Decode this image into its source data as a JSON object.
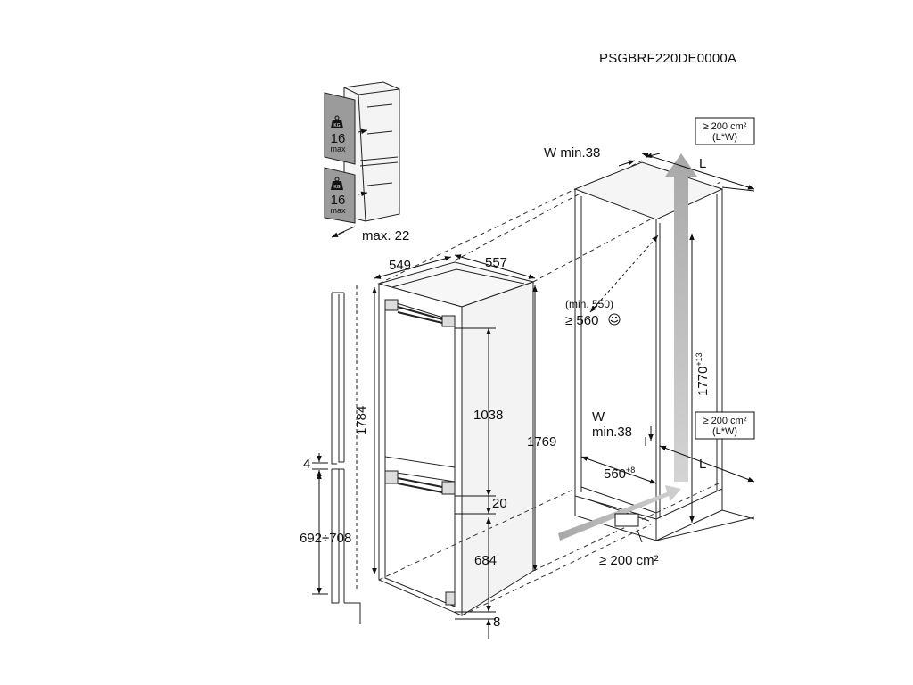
{
  "drawing": {
    "model_code": "PSGBRF220DE0000A"
  },
  "door_load": {
    "icon": "weight-icon",
    "upper": {
      "badge": "KG",
      "value": "16",
      "unit": "max"
    },
    "lower": {
      "badge": "KG",
      "value": "16",
      "unit": "max"
    },
    "gap_label": "max. 22"
  },
  "appliance": {
    "depth": "549",
    "width": "557",
    "height_total": "1784",
    "height_side": "1769",
    "upper_door": "1038",
    "door_gap": "20",
    "lower_door": "684",
    "bottom_gap": "8"
  },
  "door_panel": {
    "gap_label": "4",
    "height_range": "692÷708"
  },
  "niche": {
    "top_vent_area": "≥ 200 cm²",
    "top_vent_formula": "(L*W)",
    "bottom_vent_area": "≥ 200 cm²",
    "bottom_vent_formula": "(L*W)",
    "top_vent_length": "L",
    "bottom_vent_length": "L",
    "top_vent_width": "W min.38",
    "bottom_vent_width_w": "W",
    "bottom_vent_width_min": "min.38",
    "depth_min_note": "(min. 550)",
    "depth_recommended": "≥ 560",
    "recommended_icon": "smiley-icon",
    "height": "1770",
    "height_tolerance": "+13",
    "width": "560",
    "width_tolerance": "+8",
    "plinth_vent_area": "≥ 200 cm²"
  }
}
